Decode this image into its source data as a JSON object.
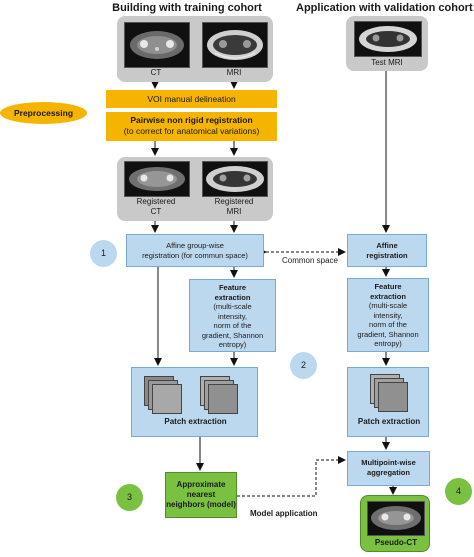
{
  "titles": {
    "training": "Building with training cohort",
    "validation": "Application with validation cohort"
  },
  "scans": {
    "ct": "CT",
    "mri": "MRI",
    "test_mri": "Test MRI",
    "registered_ct_1": "Registered",
    "registered_ct_2": "CT",
    "registered_mri_1": "Registered",
    "registered_mri_2": "MRI"
  },
  "preprocessing": {
    "label": "Preprocessing",
    "voi": "VOI manual delineation",
    "pairwise_title": "Pairwise non rigid registration",
    "pairwise_sub": "(to correct for anatomical variations)"
  },
  "steps": {
    "affine_group_1": "Affine group-wise",
    "affine_group_2": "registration (for commun space)",
    "common_space": "Common space",
    "affine_reg_1": "Affine",
    "affine_reg_2": "registration",
    "feature_title_1": "Feature",
    "feature_title_2": "extraction",
    "feature_left_lines": [
      "(multi-scale",
      "intensity,",
      "norm of the",
      "gradient, Shannon",
      "entropy)"
    ],
    "feature_right_lines": [
      "(multi-scale",
      "intensity,",
      "norm of the",
      "gradient, Shannon",
      "entropy)"
    ],
    "patch_left": "Patch extraction",
    "patch_right": "Patch extraction",
    "ann_1": "Approximate",
    "ann_2": "nearest",
    "ann_3": "neighbors (model)",
    "multipoint_1": "Multipoint-wise",
    "multipoint_2": "aggregation",
    "model_application": "Model application",
    "pseudo_ct": "Pseudo-CT"
  },
  "badges": {
    "b1": "1",
    "b2": "2",
    "b3": "3",
    "b4": "4"
  },
  "colors": {
    "orange": "#f5b400",
    "blue_box": "#bcd8ef",
    "green_box": "#7ac142",
    "gray_card": "#c9c9c9"
  }
}
